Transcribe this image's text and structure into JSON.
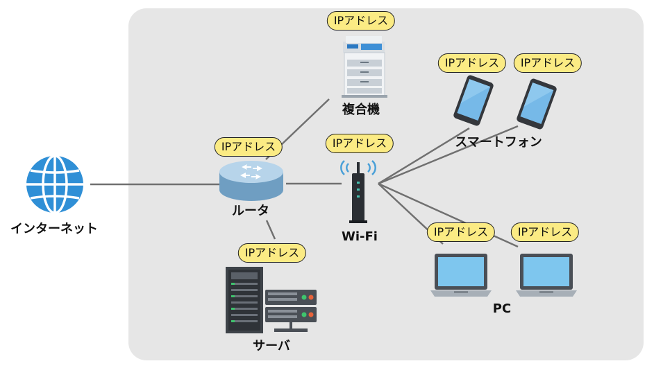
{
  "labels": {
    "internet": "インターネット",
    "router": "ルータ",
    "mfp": "複合機",
    "wifi": "Wi-Fi",
    "smartphone": "スマートフォン",
    "server": "サーバ",
    "pc": "PC"
  },
  "ip_badge": "IPアドレス",
  "colors": {
    "panel": "#e6e6e6",
    "badge": "#fbeb84",
    "line": "#707070",
    "globe": "#2f8fd6",
    "router": "#9cc4e0",
    "screen": "#7ec6ee"
  },
  "icons": {
    "internet": "globe-icon",
    "router": "router-icon",
    "mfp": "printer-icon",
    "wifi": "wifi-router-icon",
    "smartphone": "smartphone-icon",
    "server": "server-icon",
    "pc": "laptop-icon"
  }
}
